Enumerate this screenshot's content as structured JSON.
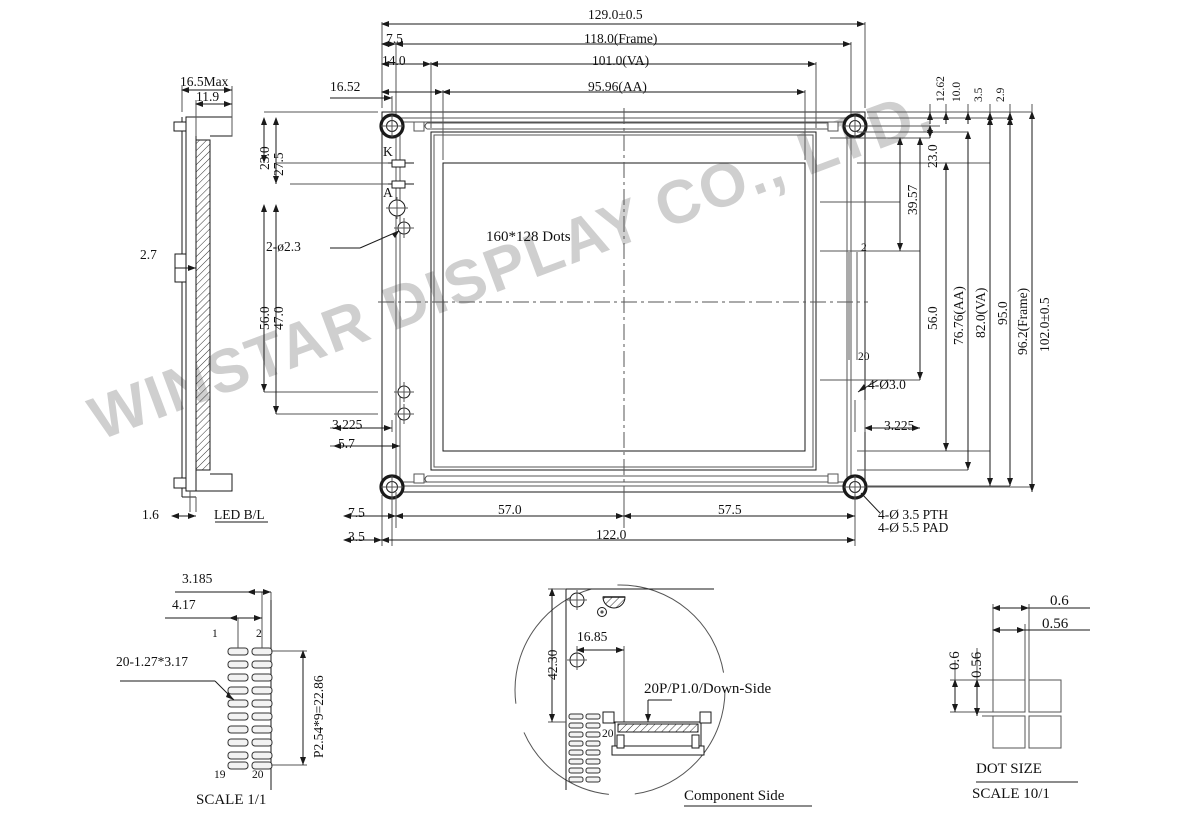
{
  "drawing": {
    "watermark": "WINSTAR DISPLAY CO., LTD.",
    "panel_note": "160*128 Dots"
  },
  "top_dims": {
    "overall": "129.0±0.5",
    "frame": "118.0(Frame)",
    "va": "101.0(VA)",
    "aa": "95.96(AA)",
    "edge_7_5": "7.5",
    "edge_14_0": "14.0",
    "edge_16_52": "16.52",
    "r_12_62": "12.62",
    "r_10_0": "10.0",
    "r_3_5": "3.5",
    "r_2_9": "2.9"
  },
  "left_dims": {
    "thickness_max": "16.5Max",
    "thickness_11_9": "11.9",
    "depth_2_7": "2.7",
    "pcb_1_6": "1.6",
    "backlight_label": "LED B/L",
    "v_23_0": "23.0",
    "v_27_5": "27.5",
    "v_56_0": "56.0",
    "v_47_0": "47.0",
    "hole_callout": "2-ø2.3",
    "term_k": "K",
    "term_a": "A",
    "b_3_225": "3.225",
    "b_5_7": "5.7",
    "b_7_5": "7.5",
    "b_3_5": "3.5"
  },
  "right_dims": {
    "v_23_0": "23.0",
    "v_39_57": "39.57",
    "v_56_0": "56.0",
    "aa_76_76": "76.76(AA)",
    "va_82_0": "82.0(VA)",
    "v_95_0": "95.0",
    "frame_96_2": "96.2(Frame)",
    "overall_102": "102.0±0.5",
    "hole_3_0": "4-Ø3.0",
    "hole_offset": "3.225",
    "pad_pth": "4-Ø 3.5 PTH",
    "pad_pad": "4-Ø 5.5 PAD",
    "pin_first": "2",
    "pin_last": "20"
  },
  "bottom_dims": {
    "span_57_0": "57.0",
    "span_57_5": "57.5",
    "span_122_0": "122.0"
  },
  "connector_detail": {
    "dim_3_185": "3.185",
    "dim_4_17": "4.17",
    "pin_1": "1",
    "pin_2": "2",
    "pin_19": "19",
    "pin_20": "20",
    "pad_callout": "20-1.27*3.17",
    "pitch": "P2.54*9=22.86",
    "scale": "SCALE 1/1"
  },
  "component_detail": {
    "dim_42_30": "42.30",
    "dim_16_85": "16.85",
    "connector_callout": "20P/P1.0/Down-Side",
    "pin_20": "20",
    "title": "Component  Side"
  },
  "dot_detail": {
    "pitch_x": "0.6",
    "size_x": "0.56",
    "pitch_y": "0.6",
    "size_y": "0.56",
    "title": "DOT SIZE",
    "scale": "SCALE 10/1"
  },
  "colors": {
    "line": "#1a1a1a",
    "thin": "#555555",
    "watermark": "#cfcfcf",
    "fill_light": "#f2f2f2"
  }
}
